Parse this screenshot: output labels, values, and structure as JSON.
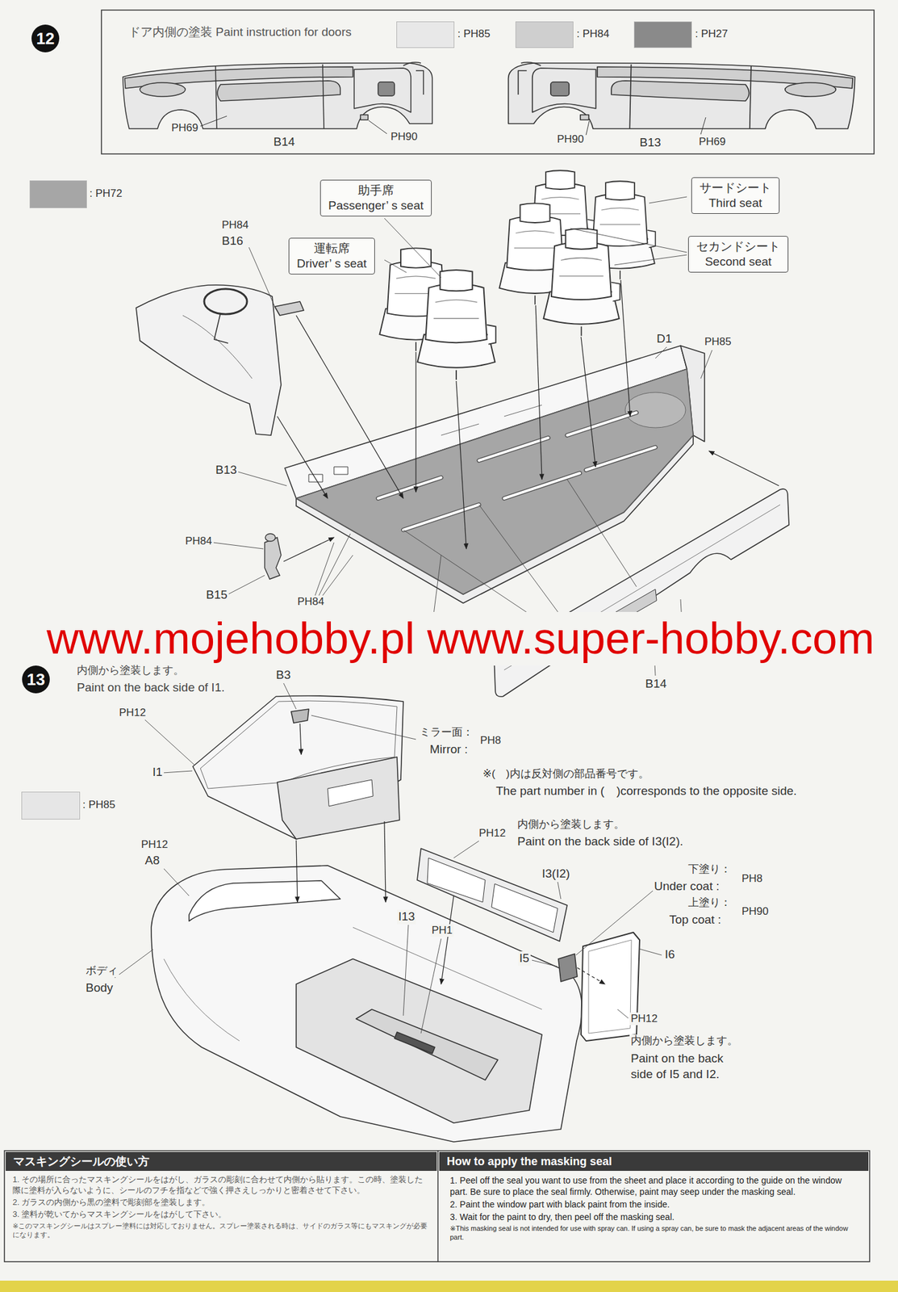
{
  "diagram": {
    "nodes": [
      {
        "text": [
          "12"
        ]
      },
      {
        "text": [
          "助手席",
          "Passenger’ s seat"
        ]
      },
      {
        "text": [
          "サードシート",
          "Third seat"
        ]
      },
      {
        "text": [
          "運転席",
          "Driver’ s seat"
        ]
      },
      {
        "text": [
          "セカンドシート",
          "Second seat"
        ]
      },
      {
        "text": [
          "13"
        ]
      },
      {
        "text": [
          "マスキングシールの使い方"
        ]
      },
      {
        "text": [
          "How to apply the masking seal"
        ]
      }
    ],
    "labels": [
      "ドア内側の塗装 Paint instruction for doors",
      "PH69",
      "B14",
      "PH90",
      "PH90",
      "B13",
      "PH69",
      "PH84",
      "B16",
      "D1",
      "PH85",
      "B13",
      "PH84",
      "B15",
      "PH84",
      "PH84",
      "PH84",
      "B14",
      "www.mojehobby.pl www.super-hobby.com",
      "内側から塗装します。",
      "Paint on the back side of I1.",
      "B3",
      "PH12",
      "I1",
      "ミラー面：",
      "Mirror :",
      "PH8",
      "※(　)内は反対側の部品番号です。",
      "The part number in (　)corresponds to the opposite side.",
      "PH12",
      "A8",
      "ボディ",
      "Body",
      "PH12",
      "内側から塗装します。",
      "Paint on the back side of I3(I2).",
      "I3(I2)",
      "I13",
      "PH1",
      "下塗り：",
      "Under coat :",
      "PH8",
      "上塗り：",
      "Top coat :",
      "PH90",
      "I5",
      "I6",
      "PH12",
      "内側から塗装します。",
      "Paint on the back side of I5 and I2.",
      "1. その場所に合ったマスキングシールをはがし、ガラスの彫刻に合わせて内側から貼ります。この時、塗装した際に塗料が入らないように、シールのフチを指などで強く押さえしっかりと密着させて下さい。",
      "2. ガラスの内側から黒の塗料で彫刻部を塗装します。",
      "3. 塗料が乾いてからマスキングシールをはがして下さい。",
      "※このマスキングシールはスプレー塗料には対応しておりません。スプレー塗装される時は、サイドのガラス等にもマスキングが必要になります。",
      "1. Peel off the seal you want to use from the sheet and place it according to the guide on the window part. Be sure to place the seal firmly. Otherwise, paint may seep under the masking seal.",
      "2. Paint the window part with black paint from the inside.",
      "3. Wait for the paint to dry, then peel off the masking seal.",
      "※This masking seal is not intended for use with spray can. If using a spray can, be sure to mask the adjacent areas of the window part."
    ],
    "legend": [
      {
        "text": ": PH85",
        "color": "#e8e8e8"
      },
      {
        "text": ": PH84",
        "color": "#cfcfcf"
      },
      {
        "text": ": PH27",
        "color": "#8a8a8a"
      },
      {
        "text": ": PH72",
        "color": "#a6a6a6"
      },
      {
        "text": ": PH85",
        "color": "#e6e6e6"
      }
    ]
  }
}
